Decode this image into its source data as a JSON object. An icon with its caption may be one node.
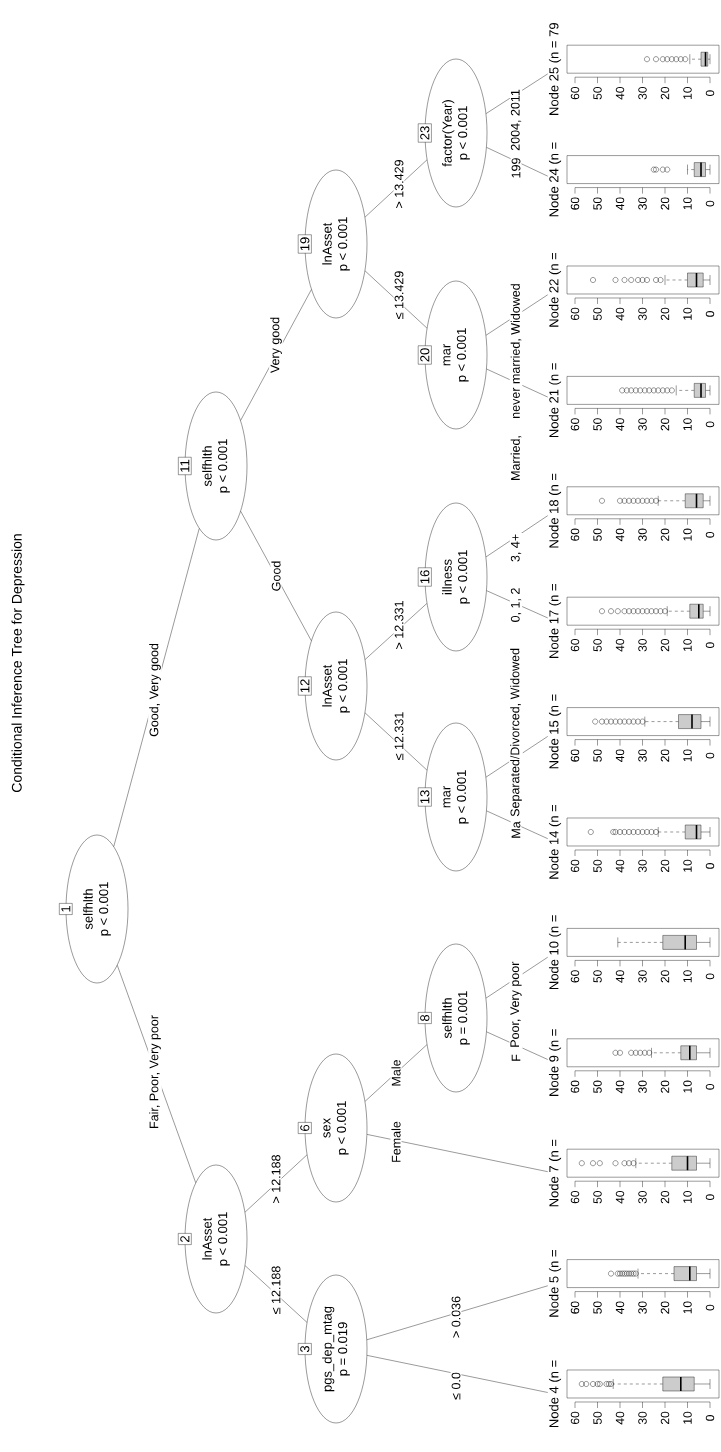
{
  "diagram": {
    "title": "Conditional Inference Tree for Depression",
    "nodes": [
      {
        "text": [
          "1",
          "selfhlth",
          "p < 0.001"
        ]
      },
      {
        "text": [
          "2",
          "lnAsset",
          "p < 0.001"
        ]
      },
      {
        "text": [
          "3",
          "pgs_dep_mtag",
          "p = 0.019"
        ]
      },
      {
        "text": [
          "Node 4 (n ="
        ]
      },
      {
        "text": [
          "Node 5 (n ="
        ]
      },
      {
        "text": [
          "6",
          "sex",
          "p < 0.001"
        ]
      },
      {
        "text": [
          "Node 7 (n ="
        ]
      },
      {
        "text": [
          "8",
          "selfhlth",
          "p = 0.001"
        ]
      },
      {
        "text": [
          "Node 9 (n ="
        ]
      },
      {
        "text": [
          "Node 10 (n ="
        ]
      },
      {
        "text": [
          "11",
          "selfhlth",
          "p < 0.001"
        ]
      },
      {
        "text": [
          "12",
          "lnAsset",
          "p < 0.001"
        ]
      },
      {
        "text": [
          "13",
          "mar",
          "p < 0.001"
        ]
      },
      {
        "text": [
          "Node 14 (n ="
        ]
      },
      {
        "text": [
          "Node 15 (n ="
        ]
      },
      {
        "text": [
          "16",
          "illness",
          "p < 0.001"
        ]
      },
      {
        "text": [
          "Node 17 (n ="
        ]
      },
      {
        "text": [
          "Node 18 (n ="
        ]
      },
      {
        "text": [
          "19",
          "lnAsset",
          "p < 0.001"
        ]
      },
      {
        "text": [
          "20",
          "mar",
          "p < 0.001"
        ]
      },
      {
        "text": [
          "Node 21 (n ="
        ]
      },
      {
        "text": [
          "Node 22 (n ="
        ]
      },
      {
        "text": [
          "23",
          "factor(Year)",
          "p < 0.001"
        ]
      },
      {
        "text": [
          "Node 24 (n ="
        ]
      },
      {
        "text": [
          "Node 25 (n = 79"
        ]
      }
    ],
    "edges": [
      {
        "from": 0,
        "to": 1,
        "arrow": "none",
        "label": "Fair, Poor, Very poor"
      },
      {
        "from": 0,
        "to": 10,
        "arrow": "none",
        "label": "Good, Very good"
      },
      {
        "from": 1,
        "to": 2,
        "arrow": "none",
        "label": "≤ 12.188"
      },
      {
        "from": 1,
        "to": 5,
        "arrow": "none",
        "label": "> 12.188"
      },
      {
        "from": 2,
        "to": 3,
        "arrow": "none",
        "label": "≤ 0.0"
      },
      {
        "from": 2,
        "to": 4,
        "arrow": "none",
        "label": "> 0.036"
      },
      {
        "from": 5,
        "to": 6,
        "arrow": "none",
        "label": "Female"
      },
      {
        "from": 5,
        "to": 7,
        "arrow": "none",
        "label": "Male"
      },
      {
        "from": 7,
        "to": 8,
        "arrow": "none",
        "label": "F"
      },
      {
        "from": 7,
        "to": 9,
        "arrow": "none",
        "label": "Poor, Very poor"
      },
      {
        "from": 10,
        "to": 11,
        "arrow": "none",
        "label": "Good"
      },
      {
        "from": 10,
        "to": 18,
        "arrow": "none",
        "label": "Very good"
      },
      {
        "from": 11,
        "to": 12,
        "arrow": "none",
        "label": "≤ 12.331"
      },
      {
        "from": 11,
        "to": 15,
        "arrow": "none",
        "label": "> 12.331"
      },
      {
        "from": 12,
        "to": 13,
        "arrow": "none",
        "label": "Ma"
      },
      {
        "from": 12,
        "to": 14,
        "arrow": "none",
        "label": "Separated/Divorced, Widowed"
      },
      {
        "from": 15,
        "to": 16,
        "arrow": "none",
        "label": "0, 1, 2"
      },
      {
        "from": 15,
        "to": 17,
        "arrow": "none",
        "label": "3, 4+"
      },
      {
        "from": 18,
        "to": 19,
        "arrow": "none",
        "label": "≤ 13.429"
      },
      {
        "from": 18,
        "to": 22,
        "arrow": "none",
        "label": "> 13.429"
      },
      {
        "from": 19,
        "to": 20,
        "arrow": "none",
        "label": "Married,"
      },
      {
        "from": 19,
        "to": 21,
        "arrow": "none",
        "label": "never married, Widowed"
      },
      {
        "from": 22,
        "to": 23,
        "arrow": "none",
        "label": "199"
      },
      {
        "from": 22,
        "to": 24,
        "arrow": "none",
        "label": "2004, 2011"
      }
    ],
    "labels": [
      "60",
      "50",
      "40",
      "30",
      "20",
      "10",
      "0",
      "60",
      "50",
      "40",
      "30",
      "20",
      "10",
      "0",
      "60",
      "50",
      "40",
      "30",
      "20",
      "10",
      "0",
      "60",
      "50",
      "40",
      "30",
      "20",
      "10",
      "0",
      "60",
      "50",
      "40",
      "30",
      "20",
      "10",
      "0",
      "60",
      "50",
      "40",
      "30",
      "20",
      "10",
      "0",
      "60",
      "50",
      "40",
      "30",
      "20",
      "10",
      "0",
      "60",
      "50",
      "40",
      "30",
      "20",
      "10",
      "0",
      "60",
      "50",
      "40",
      "30",
      "20",
      "10",
      "0",
      "60",
      "50",
      "40",
      "30",
      "20",
      "10",
      "0",
      "60",
      "50",
      "40",
      "30",
      "20",
      "10",
      "0",
      "60",
      "50",
      "40",
      "30",
      "20",
      "10",
      "0",
      "60",
      "50",
      "40",
      "30",
      "20",
      "10",
      "0"
    ]
  }
}
